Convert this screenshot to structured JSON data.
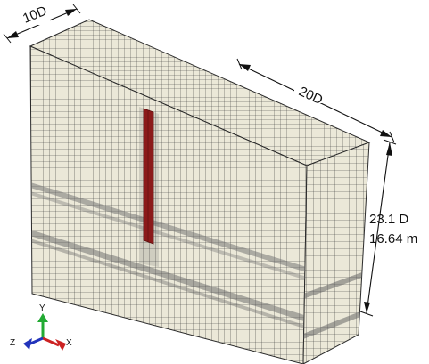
{
  "dimensions": {
    "depth": "10D",
    "length": "20D",
    "height_relative": "23.1 D",
    "height_absolute": "16.64 m"
  },
  "triad": {
    "y_label": "Y",
    "z_label": "Z",
    "x_label": "X"
  },
  "colors": {
    "mesh_face": "#ebe8d8",
    "mesh_line": "#3a3a3a",
    "pile": "#8b1a1a",
    "y_axis": "#22aa33",
    "x_axis": "#cc2222",
    "z_axis": "#2233bb"
  }
}
